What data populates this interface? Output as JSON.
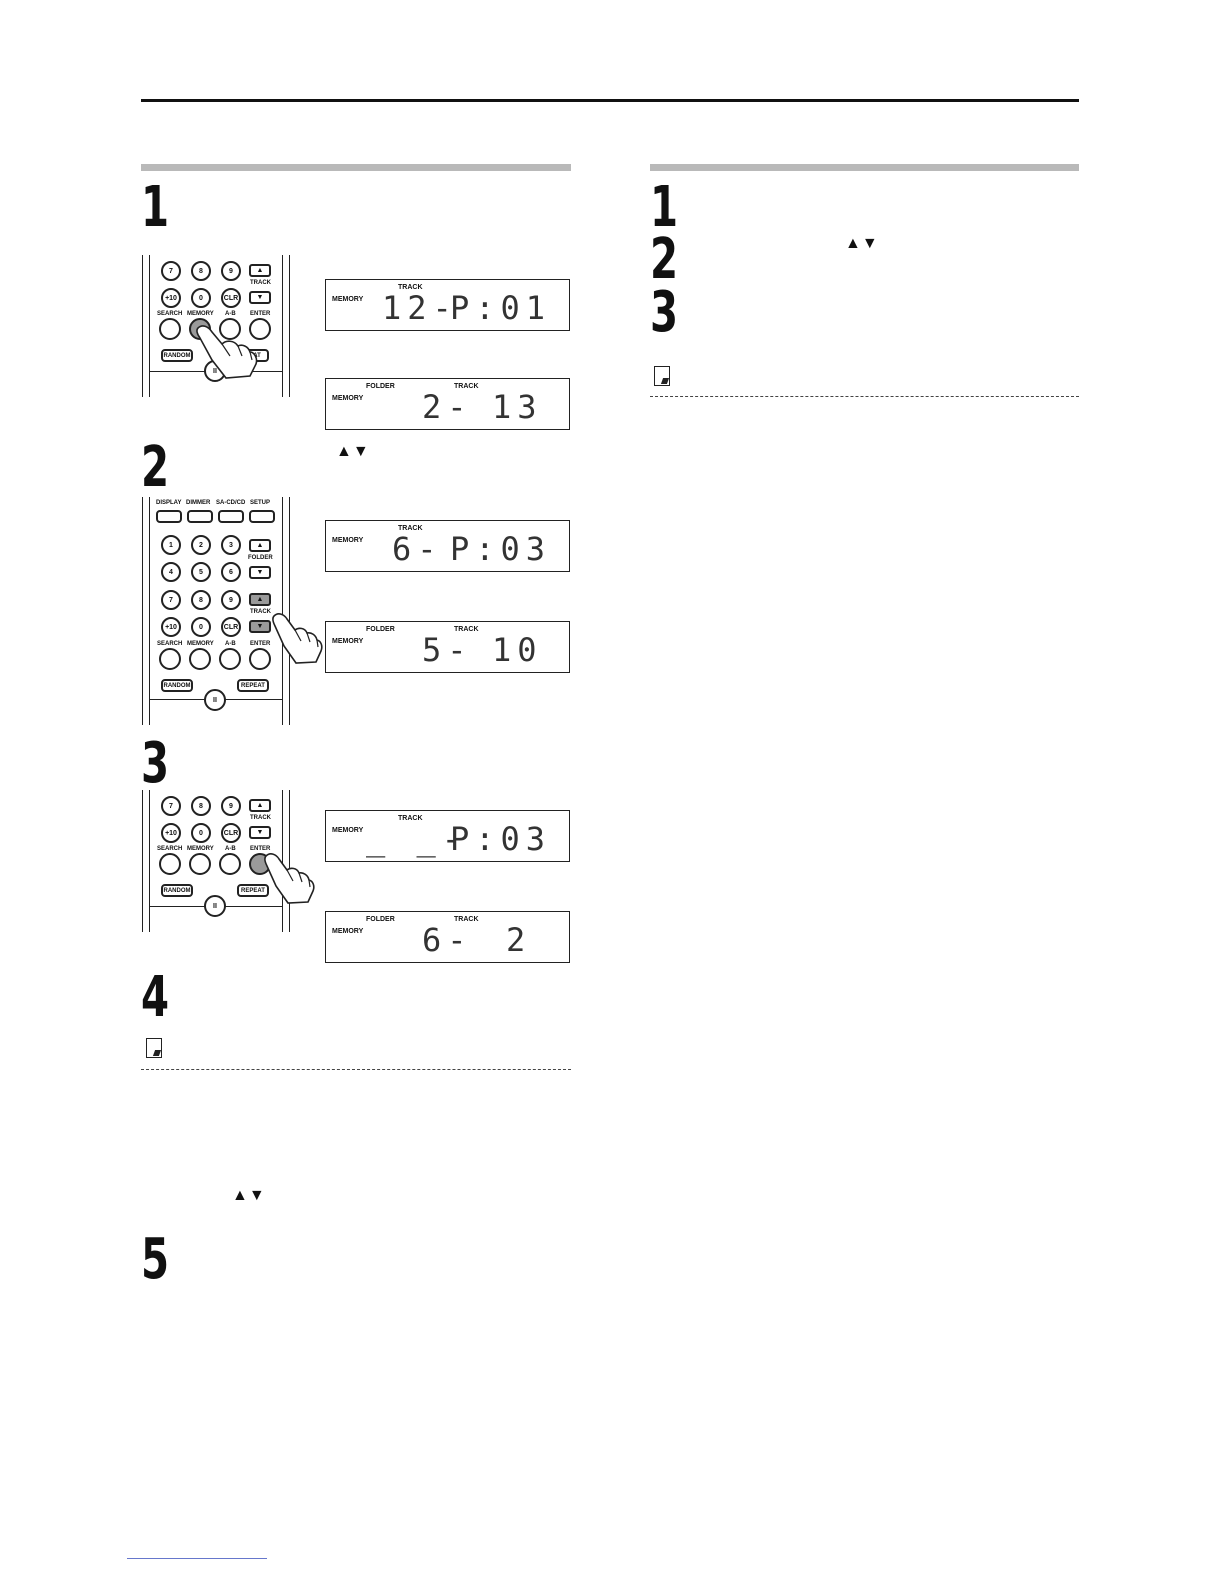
{
  "steps_left": [
    "1",
    "2",
    "3",
    "4",
    "5"
  ],
  "steps_right": [
    "1",
    "2",
    "3"
  ],
  "arrow_glyphs": "▲▼",
  "remote_labels": {
    "n7": "7",
    "n8": "8",
    "n9": "9",
    "n1": "1",
    "n2": "2",
    "n3": "3",
    "n4": "4",
    "n5": "5",
    "n6": "6",
    "plus10": "+10",
    "zero": "0",
    "clr": "CLR",
    "track": "TRACK",
    "folder": "FOLDER",
    "search": "SEARCH",
    "memory": "MEMORY",
    "ab": "A-B",
    "enter": "ENTER",
    "random": "RANDOM",
    "repeat": "REPEAT",
    "repeat_partial": "PEAT",
    "display": "DISPLAY",
    "dimmer": "DIMMER",
    "sacd": "SA-CD/CD",
    "setup": "SETUP",
    "pause": "II",
    "up": "▲",
    "down": "▼"
  },
  "lcd": {
    "memory": "MEMORY",
    "track": "TRACK",
    "folder": "FOLDER",
    "d1": {
      "left": "12-",
      "right": "P:01"
    },
    "d2": {
      "left": "2-",
      "right": "13"
    },
    "d3": {
      "left": "6-",
      "right": "P:03"
    },
    "d4": {
      "left": "5-",
      "right": "10"
    },
    "d5": {
      "left": "_ _-",
      "right": "P:03"
    },
    "d6": {
      "left": "6-",
      "right": "2"
    }
  }
}
